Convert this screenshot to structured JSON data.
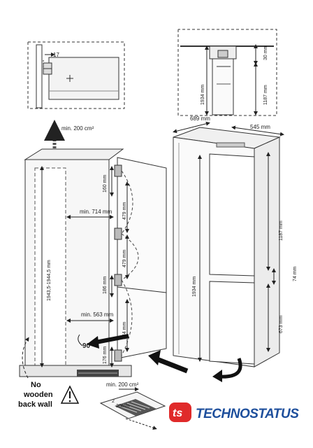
{
  "top_left_detail": {
    "dim_17": "17"
  },
  "top_right_detail": {
    "dim_30": "30 mm",
    "dim_1934": "1934 mm",
    "dim_1187": "1187 mm"
  },
  "cabinet": {
    "vent_top": "min. 200 cm²",
    "height_range": "1943,5-1944,5 mm",
    "min_714": "min. 714 mm",
    "min_563": "min. 563 mm",
    "angle_90": "90°",
    "d160": "160 mm",
    "d479a": "479 mm",
    "d479b": "479 mm",
    "d186": "186 mm",
    "d544": "544 mm",
    "d176": "176 mm",
    "vent_bottom": "min. 200 cm²",
    "vent_20mm": "20mm",
    "vent_2": "2",
    "no_back_wall": [
      "No",
      "wooden",
      "back wall"
    ]
  },
  "fridge": {
    "w689": "689 mm",
    "d545": "545 mm",
    "h1934": "1934 mm",
    "h1187": "1187 mm",
    "h74": "74 mm",
    "h673": "673 mm"
  },
  "brand": {
    "logo_text": "TECHNOSTATUS",
    "color": "#1e4f9c",
    "accent": "#e02a2a"
  }
}
